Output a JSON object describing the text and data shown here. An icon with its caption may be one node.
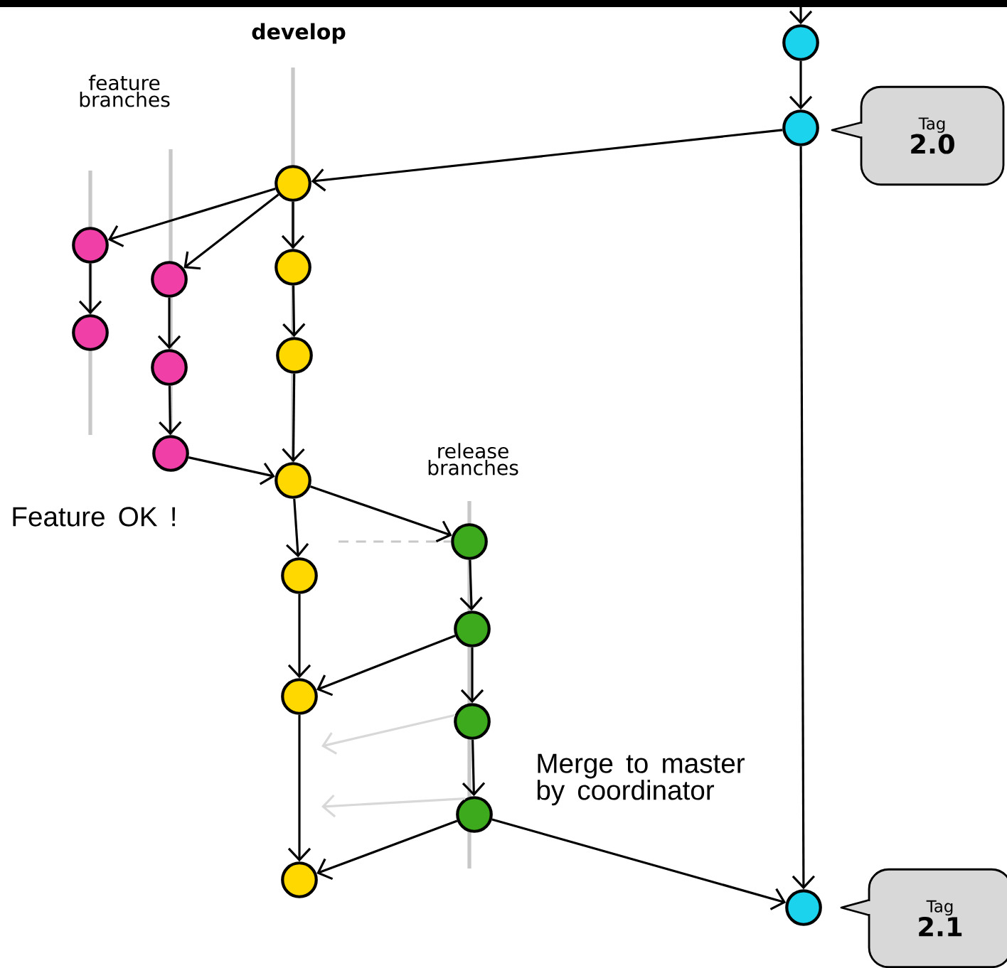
{
  "diagram": {
    "nodes": [
      {
        "text": [],
        "shape": "circle"
      },
      {
        "text": [],
        "shape": "circle"
      },
      {
        "text": [
          "Tag",
          "2.0"
        ]
      },
      {
        "text": [],
        "shape": "circle"
      },
      {
        "text": [],
        "shape": "circle"
      },
      {
        "text": [],
        "shape": "circle"
      },
      {
        "text": [],
        "shape": "circle"
      },
      {
        "text": [],
        "shape": "circle"
      },
      {
        "text": [],
        "shape": "circle"
      },
      {
        "text": [],
        "shape": "circle"
      },
      {
        "text": [],
        "shape": "circle"
      },
      {
        "text": [],
        "shape": "circle"
      },
      {
        "text": [],
        "shape": "circle"
      },
      {
        "text": [],
        "shape": "circle"
      },
      {
        "text": [],
        "shape": "circle"
      },
      {
        "text": [],
        "shape": "circle"
      },
      {
        "text": [],
        "shape": "circle"
      },
      {
        "text": [],
        "shape": "circle"
      },
      {
        "text": [],
        "shape": "circle"
      },
      {
        "text": [],
        "shape": "circle"
      },
      {
        "text": [
          "Tag",
          "2.1"
        ]
      }
    ],
    "edges": [
      {
        "from": null,
        "to": 0,
        "arrow": "to"
      },
      {
        "from": 0,
        "to": 1,
        "arrow": "to"
      },
      {
        "from": 1,
        "to": 3,
        "arrow": "to"
      },
      {
        "from": 3,
        "to": 4,
        "arrow": "to"
      },
      {
        "from": 3,
        "to": 6,
        "arrow": "to"
      },
      {
        "from": 3,
        "to": 9,
        "arrow": "to"
      },
      {
        "from": 4,
        "to": 5,
        "arrow": "to"
      },
      {
        "from": 6,
        "to": 7,
        "arrow": "to"
      },
      {
        "from": 7,
        "to": 8,
        "arrow": "to"
      },
      {
        "from": 9,
        "to": 10,
        "arrow": "to"
      },
      {
        "from": 10,
        "to": 11,
        "arrow": "to"
      },
      {
        "from": 8,
        "to": 11,
        "arrow": "to"
      },
      {
        "from": 11,
        "to": 12,
        "arrow": "to"
      },
      {
        "from": 11,
        "to": 13,
        "arrow": "to"
      },
      {
        "from": null,
        "to": 13,
        "arrow": "none",
        "style": "dashed",
        "color": "#c8c8c8"
      },
      {
        "from": 13,
        "to": 14,
        "arrow": "to"
      },
      {
        "from": 12,
        "to": 17,
        "arrow": "to"
      },
      {
        "from": 14,
        "to": 17,
        "arrow": "to"
      },
      {
        "from": 14,
        "to": 15,
        "arrow": "to"
      },
      {
        "from": 15,
        "to": null,
        "arrow": "to",
        "color": "#d8d8d8"
      },
      {
        "from": 15,
        "to": 16,
        "arrow": "to"
      },
      {
        "from": 16,
        "to": null,
        "arrow": "to",
        "color": "#d8d8d8"
      },
      {
        "from": 17,
        "to": 18,
        "arrow": "to"
      },
      {
        "from": 16,
        "to": 18,
        "arrow": "to"
      },
      {
        "from": 16,
        "to": 19,
        "arrow": "to"
      },
      {
        "from": 1,
        "to": 19,
        "arrow": "to"
      }
    ],
    "labels": [
      "develop",
      "feature branches",
      "release branches",
      "Feature OK !",
      "Merge to master by coordinator"
    ]
  }
}
